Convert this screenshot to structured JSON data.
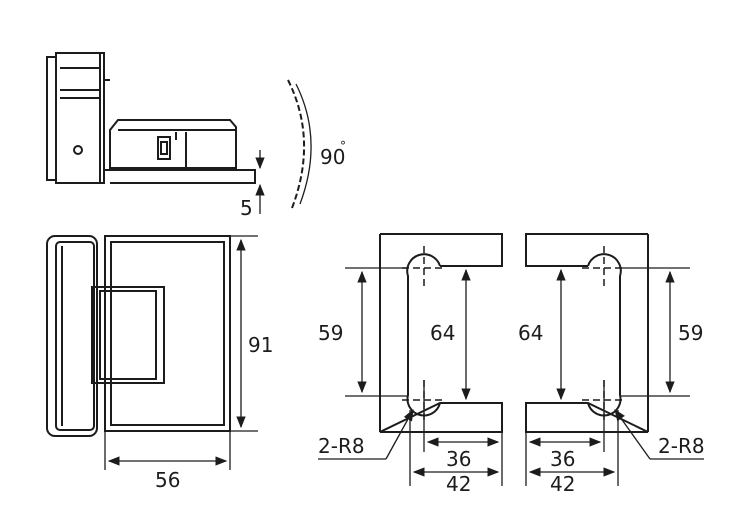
{
  "labels": {
    "gap": "5",
    "angle": "90",
    "angle_unit": "°",
    "height_total": "91",
    "width_base": "56",
    "left_inner_height": "59",
    "left_outer_height": "64",
    "right_outer_height": "64",
    "right_inner_height": "59",
    "left_radius": "2-R8",
    "right_radius": "2-R8",
    "left_cut_width": "36",
    "left_total_width": "42",
    "right_cut_width": "36",
    "right_total_width": "42"
  }
}
